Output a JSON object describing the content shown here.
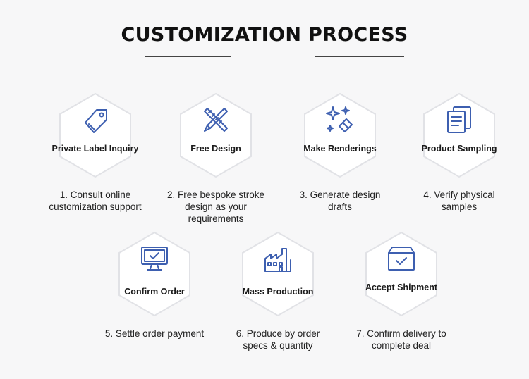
{
  "title": "CUSTOMIZATION PROCESS",
  "steps": [
    {
      "label": "Private Label Inquiry",
      "description": "1. Consult online customization support",
      "icon": "price-tag-icon"
    },
    {
      "label": "Free Design",
      "description": "2. Free bespoke stroke design as your requirements",
      "icon": "pencil-ruler-icon"
    },
    {
      "label": "Make Renderings",
      "description": "3. Generate design drafts",
      "icon": "sparkle-eraser-icon"
    },
    {
      "label": "Product Sampling",
      "description": "4. Verify physical samples",
      "icon": "documents-icon"
    },
    {
      "label": "Confirm Order",
      "description": "5. Settle order payment",
      "icon": "monitor-check-icon"
    },
    {
      "label": "Mass Production",
      "description": "6. Produce by order specs & quantity",
      "icon": "factory-icon"
    },
    {
      "label": "Accept Shipment",
      "description": "7. Confirm delivery to complete deal",
      "icon": "box-check-icon"
    }
  ],
  "colors": {
    "icon": "#3d5fb0",
    "hex_fill": "#ffffff",
    "hex_shadow": "#dcdde2"
  }
}
